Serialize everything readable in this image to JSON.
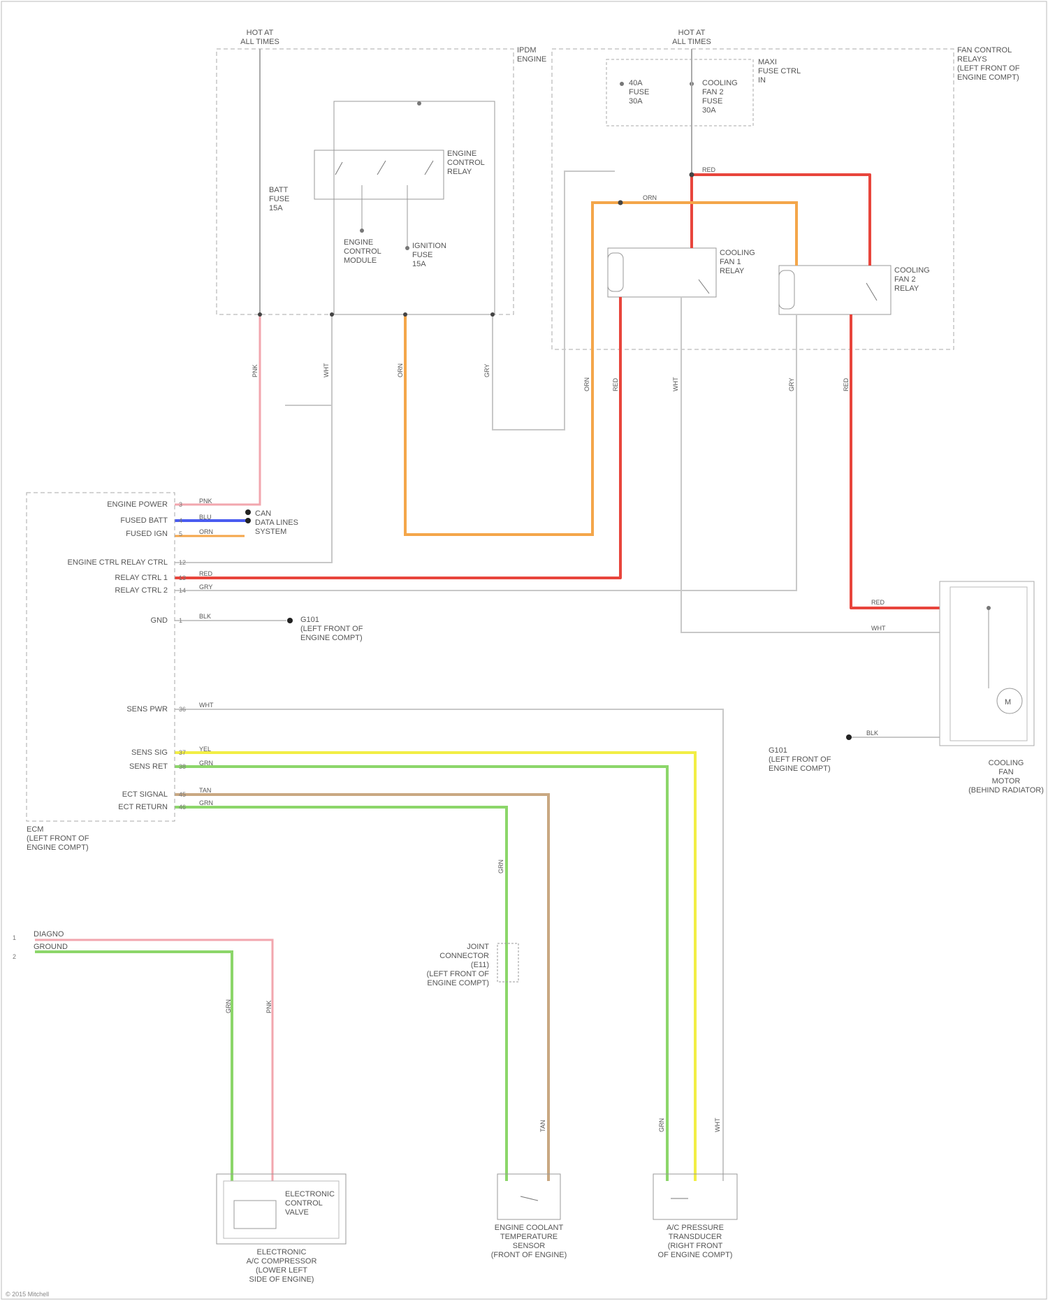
{
  "diagram": {
    "power_sources": [
      {
        "id": "left",
        "line1": "HOT AT",
        "line2": "ALL TIMES"
      },
      {
        "id": "right",
        "line1": "HOT AT",
        "line2": "ALL TIMES"
      }
    ],
    "boxes": {
      "ipdm": {
        "label": "IPDM",
        "sub": "ENGINE"
      },
      "relay_box": {
        "label": "FAN CONTROL",
        "sub": "RELAYS",
        "sub2": "(LEFT FRONT OF",
        "sub3": "ENGINE COMPT)"
      },
      "fuse_block": {
        "label": "MAXI",
        "sub": "FUSE CTRL",
        "sub2": "IN"
      }
    },
    "components": {
      "ecm": {
        "line1": "ECM",
        "line2": "(LEFT FRONT OF",
        "line3": "ENGINE COMPT)"
      },
      "fan_motor": {
        "line1": "COOLING",
        "line2": "FAN",
        "line3": "MOTOR",
        "line4": "(BEHIND RADIATOR)"
      },
      "relay1": {
        "line1": "COOLING",
        "line2": "FAN 1",
        "line3": "RELAY"
      },
      "relay2": {
        "line1": "COOLING",
        "line2": "FAN 2",
        "line3": "RELAY"
      },
      "engine_ctrl_relay": {
        "line1": "ENGINE",
        "line2": "CONTROL",
        "line3": "RELAY"
      },
      "fuse_a": {
        "line1": "BATT",
        "line2": "FUSE",
        "line3": "15A"
      },
      "fuse_b": {
        "line1": "ENGINE",
        "line2": "CONTROL",
        "line3": "MODULE"
      },
      "fuse_c": {
        "line1": "IGNITION",
        "line2": "FUSE",
        "line3": "15A"
      },
      "fuse_r1": {
        "line1": "40A",
        "line2": "FUSE",
        "line3": "30A"
      },
      "fuse_r2": {
        "line1": "COOLING",
        "line2": "FAN 2",
        "line3": "FUSE",
        "line4": "30A"
      },
      "ac_compressor": {
        "line1": "ELECTRONIC",
        "line2": "A/C COMPRESSOR",
        "line3": "(LOWER LEFT",
        "line4": "SIDE OF ENGINE)"
      },
      "ac_clutch": {
        "line1": "ELECTRONIC",
        "line2": "CONTROL",
        "line3": "VALVE"
      },
      "coolant_sensor": {
        "line1": "ENGINE COOLANT",
        "line2": "TEMPERATURE",
        "line3": "SENSOR",
        "line4": "(FRONT OF ENGINE)"
      },
      "pressure_sensor": {
        "line1": "A/C PRESSURE",
        "line2": "TRANSDUCER",
        "line3": "(RIGHT FRONT",
        "line4": "OF ENGINE COMPT)"
      },
      "joint_conn": {
        "line1": "JOINT",
        "line2": "CONNECTOR",
        "line3": "(E11)",
        "line4": "(LEFT FRONT OF",
        "line5": "ENGINE COMPT)"
      },
      "gnd_ecm": {
        "line1": "G101",
        "line2": "(LEFT FRONT OF",
        "line3": "ENGINE COMPT)"
      },
      "gnd_fan": {
        "line1": "G101",
        "line2": "(LEFT FRONT OF",
        "line3": "ENGINE COMPT)"
      },
      "can_bus": {
        "line1": "CAN",
        "line2": "DATA LINES",
        "line3": "SYSTEM"
      },
      "compressor_inputs": {
        "line1": "DIAGNO",
        "line2": "GROUND"
      }
    },
    "ecm_pins": [
      {
        "label": "ENGINE POWER",
        "pin": "3"
      },
      {
        "label": "FUSED BATT",
        "pin": "4"
      },
      {
        "label": "FUSED IGN",
        "pin": "5"
      },
      {
        "label": "ENGINE CTRL RELAY CTRL",
        "pin": "12"
      },
      {
        "label": "RELAY CTRL 1",
        "pin": "13"
      },
      {
        "label": "RELAY CTRL 2",
        "pin": "14"
      },
      {
        "label": "GND",
        "pin": "1"
      },
      {
        "label": "SENS PWR",
        "pin": "36"
      },
      {
        "label": "SENS SIG",
        "pin": "37"
      },
      {
        "label": "SENS RET",
        "pin": "38"
      },
      {
        "label": "ECT SIGNAL",
        "pin": "45"
      },
      {
        "label": "ECT RETURN",
        "pin": "46"
      }
    ],
    "wire_colors": {
      "red": "#e8453c",
      "pink": "#f2a6ae",
      "orange": "#f4a64a",
      "yellow": "#f2ee45",
      "green": "#8cd66a",
      "tan": "#c9a882",
      "blue": "#4a5cf0",
      "gray": "#b8b8b8",
      "white": "#d8d8d8"
    },
    "wire_labels": {
      "red": "RED",
      "pink": "PNK",
      "orange": "ORN",
      "yellow": "YEL",
      "green": "GRN",
      "tan": "TAN",
      "blue": "BLU",
      "white": "WHT",
      "gray": "GRY",
      "blk": "BLK"
    },
    "credit": "© 2015 Mitchell"
  }
}
